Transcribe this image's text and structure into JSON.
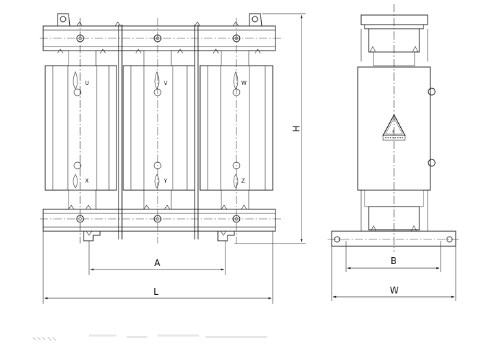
{
  "dimensions": {
    "height": "H",
    "width_between_holes": "A",
    "overall_length": "L",
    "side_hole_spacing": "B",
    "overall_width": "W"
  },
  "phases": [
    "U",
    "V",
    "W"
  ],
  "neutral_terminals": [
    "X",
    "Y",
    "Z"
  ],
  "warning_plate": "⚡"
}
